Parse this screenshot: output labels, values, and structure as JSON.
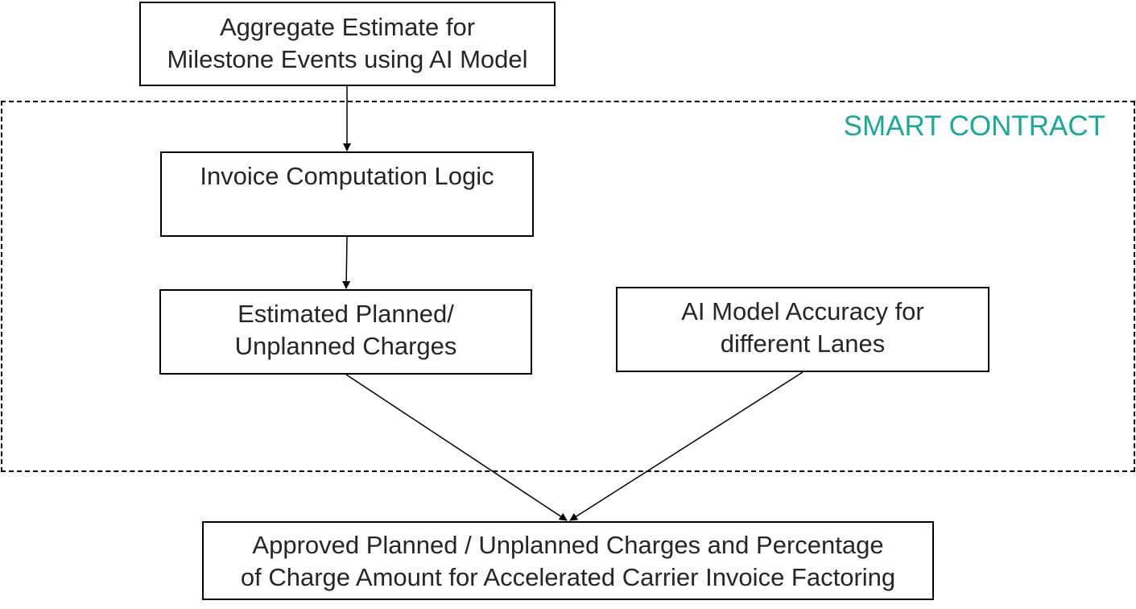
{
  "region": {
    "label": "SMART CONTRACT",
    "label_color": "#1ba898"
  },
  "boxes": {
    "aggregate": {
      "lines": [
        "Aggregate Estimate for",
        "Milestone Events using AI Model"
      ]
    },
    "invoice_logic": {
      "lines": [
        "Invoice Computation Logic"
      ]
    },
    "estimated_charges": {
      "lines": [
        "Estimated Planned/",
        "Unplanned Charges"
      ]
    },
    "model_accuracy": {
      "lines": [
        "AI Model Accuracy for",
        "different Lanes"
      ]
    },
    "approved_charges": {
      "lines": [
        "Approved Planned / Unplanned Charges and Percentage",
        "of Charge Amount for Accelerated Carrier Invoice Factoring"
      ]
    }
  },
  "edges": [
    {
      "from": "aggregate",
      "to": "invoice_logic"
    },
    {
      "from": "invoice_logic",
      "to": "estimated_charges"
    },
    {
      "from": "estimated_charges",
      "to": "approved_charges"
    },
    {
      "from": "model_accuracy",
      "to": "approved_charges"
    }
  ]
}
